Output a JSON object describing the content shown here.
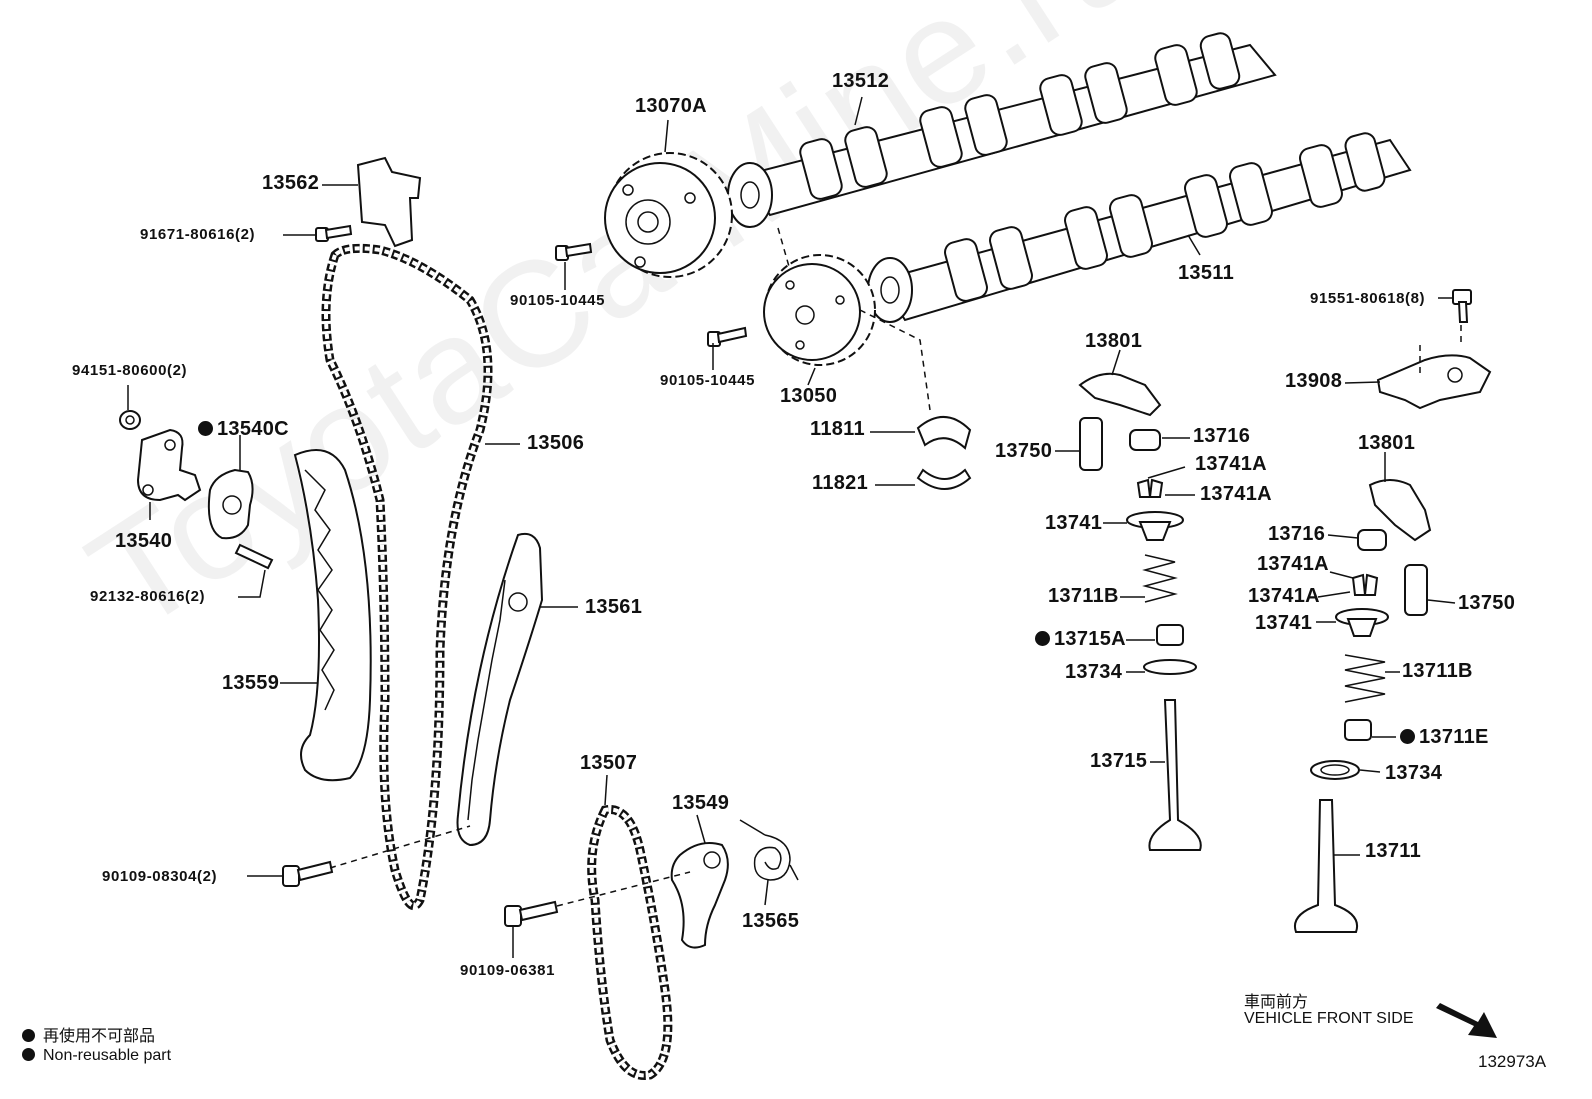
{
  "watermark": "ToyotaCarMine.ru",
  "diagram_id": "132973A",
  "legend": {
    "jp": "再使用不可部品",
    "en": "Non-reusable part"
  },
  "direction": {
    "jp": "車両前方",
    "en": "VEHICLE FRONT SIDE"
  },
  "labels": {
    "p13070A": "13070A",
    "p13512": "13512",
    "p13562": "13562",
    "p91671": "91671-80616(2)",
    "p90105a": "90105-10445",
    "p90105b": "90105-10445",
    "p13050": "13050",
    "p13511": "13511",
    "p91551": "91551-80618(8)",
    "p13908": "13908",
    "p94151": "94151-80600(2)",
    "p13540C": "13540C",
    "p13540": "13540",
    "p92132": "92132-80616(2)",
    "p13506": "13506",
    "p13801a": "13801",
    "p11811": "11811",
    "p11821": "11821",
    "p13750a": "13750",
    "p13716a": "13716",
    "p13741Aa": "13741A",
    "p13741Ab": "13741A",
    "p13741a": "13741",
    "p13711Ba": "13711B",
    "p13715A": "13715A",
    "p13734a": "13734",
    "p13715": "13715",
    "p13801b": "13801",
    "p13716b": "13716",
    "p13741Ac": "13741A",
    "p13741Ad": "13741A",
    "p13741b": "13741",
    "p13750b": "13750",
    "p13711Bb": "13711B",
    "p13711E": "13711E",
    "p13734b": "13734",
    "p13711": "13711",
    "p13561": "13561",
    "p13559": "13559",
    "p13507": "13507",
    "p13549": "13549",
    "p13565": "13565",
    "p90109a": "90109-08304(2)",
    "p90109b": "90109-06381"
  }
}
